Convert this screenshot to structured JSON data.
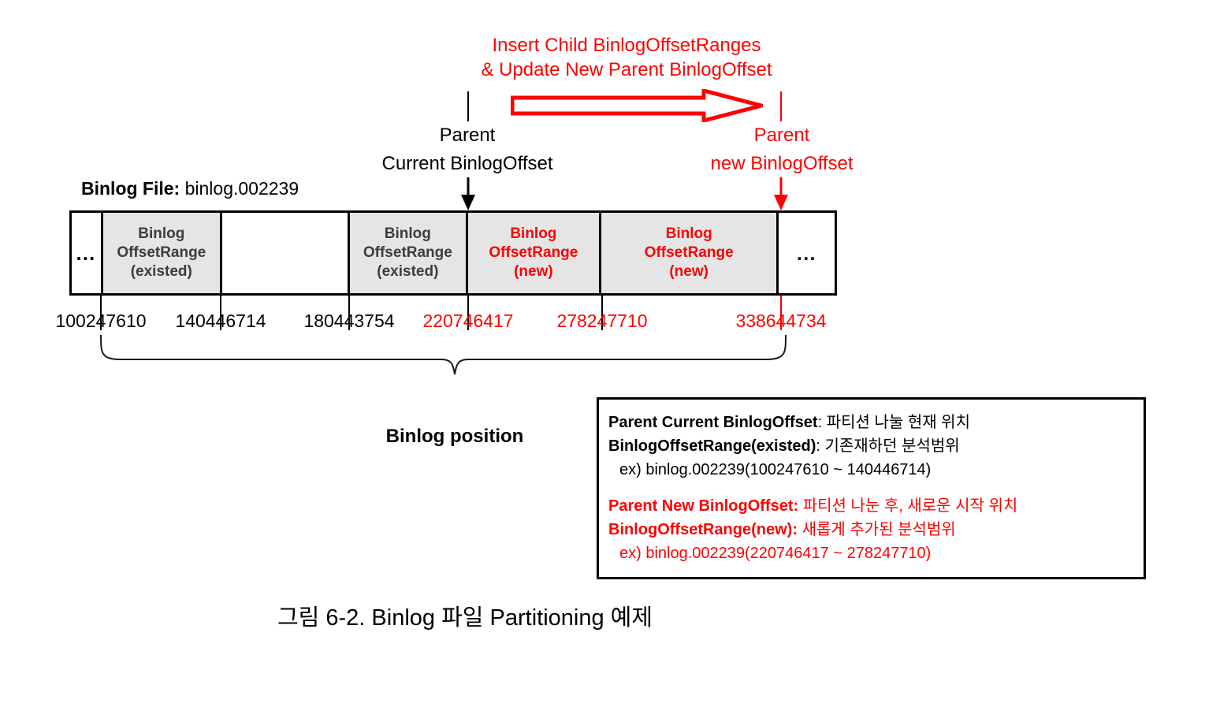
{
  "operation": {
    "caption_line1": "Insert Child BinlogOffsetRanges",
    "caption_line2": "& Update New Parent BinlogOffset",
    "arrow_color": "#ff0000"
  },
  "markers": {
    "current": {
      "line1": "Parent",
      "line2": "Current BinlogOffset",
      "color": "#000000"
    },
    "new": {
      "line1": "Parent",
      "line2": "new BinlogOffset",
      "color": "#ff0000"
    }
  },
  "binlog_file": {
    "label": "Binlog File:",
    "name": "binlog.002239"
  },
  "table": {
    "cells": [
      {
        "kind": "ellipsis",
        "text": "…",
        "filled": false,
        "color": "#1a1a1a"
      },
      {
        "kind": "existed",
        "line1": "Binlog",
        "line2": "OffsetRange",
        "line3": "(existed)",
        "filled": true,
        "color": "#3d3d3d"
      },
      {
        "kind": "empty",
        "text": "",
        "filled": false,
        "color": "#000000"
      },
      {
        "kind": "existed",
        "line1": "Binlog",
        "line2": "OffsetRange",
        "line3": "(existed)",
        "filled": true,
        "color": "#3d3d3d"
      },
      {
        "kind": "new",
        "line1": "Binlog",
        "line2": "OffsetRange",
        "line3": "(new)",
        "filled": true,
        "color": "#ff0000"
      },
      {
        "kind": "new",
        "line1": "Binlog",
        "line2": "OffsetRange",
        "line3": "(new)",
        "filled": true,
        "color": "#ff0000"
      },
      {
        "kind": "dots",
        "text": "…",
        "filled": false,
        "color": "#1a1a1a"
      }
    ]
  },
  "offsets": [
    {
      "value": "100247610",
      "color": "#000000"
    },
    {
      "value": "140446714",
      "color": "#000000"
    },
    {
      "value": "180443754",
      "color": "#000000"
    },
    {
      "value": "220746417",
      "color": "#ff0000"
    },
    {
      "value": "278247710",
      "color": "#ff0000"
    },
    {
      "value": "338644734",
      "color": "#ff0000"
    }
  ],
  "brace": {
    "label": "Binlog position"
  },
  "legend": {
    "existed": [
      {
        "key": "Parent Current BinlogOffset",
        "sep": ": ",
        "value": "파티션 나눌 현재 위치",
        "indent": false
      },
      {
        "key": "BinlogOffsetRange(existed)",
        "sep": ": ",
        "value": "기존재하던 분석범위",
        "indent": false
      },
      {
        "key": "",
        "sep": "",
        "value": "ex) binlog.002239(100247610 ~ 140446714)",
        "indent": true
      }
    ],
    "new": [
      {
        "key": "Parent New BinlogOffset:",
        "sep": " ",
        "value": "파티션 나눈 후, 새로운 시작 위치",
        "indent": false
      },
      {
        "key": "BinlogOffsetRange(new):",
        "sep": " ",
        "value": "새롭게 추가된 분석범위",
        "indent": false
      },
      {
        "key": "",
        "sep": "",
        "value": "ex) binlog.002239(220746417 ~ 278247710)",
        "indent": true
      }
    ]
  },
  "figure": {
    "caption": "그림 6-2. Binlog 파일 Partitioning 예제"
  }
}
